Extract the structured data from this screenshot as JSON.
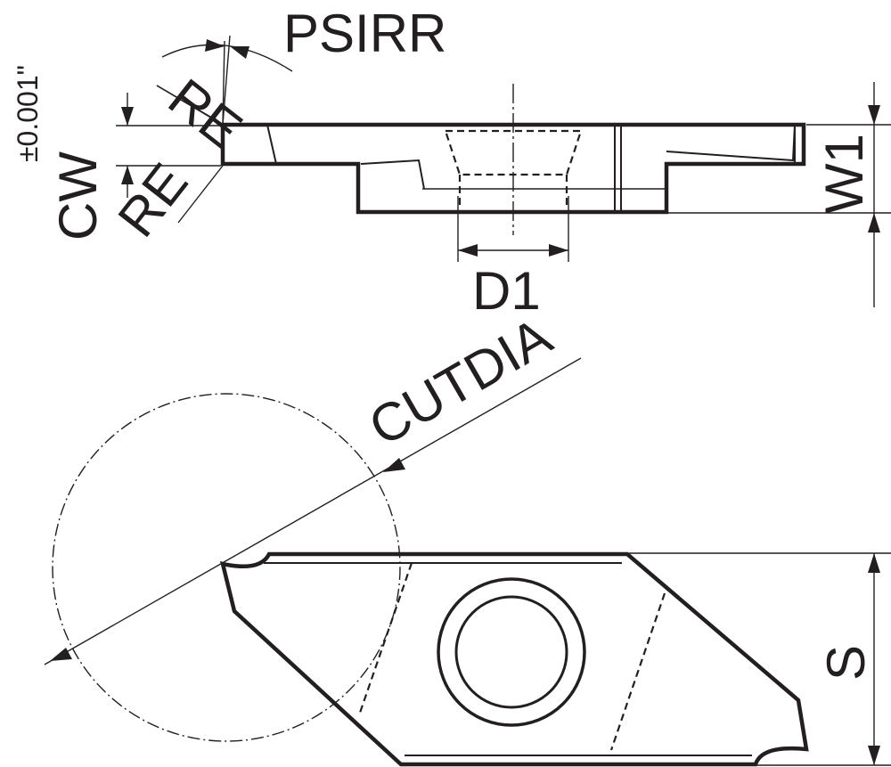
{
  "labels": {
    "psirr": "PSIRR",
    "re_top": "RE",
    "re_bottom": "RE",
    "tolerance": "±0.001\"",
    "cw": "CW",
    "w1": "W1",
    "d1": "D1",
    "cutdia": "CUTDIA",
    "s": "S"
  },
  "colors": {
    "line": "#231f20",
    "background": "#ffffff"
  }
}
